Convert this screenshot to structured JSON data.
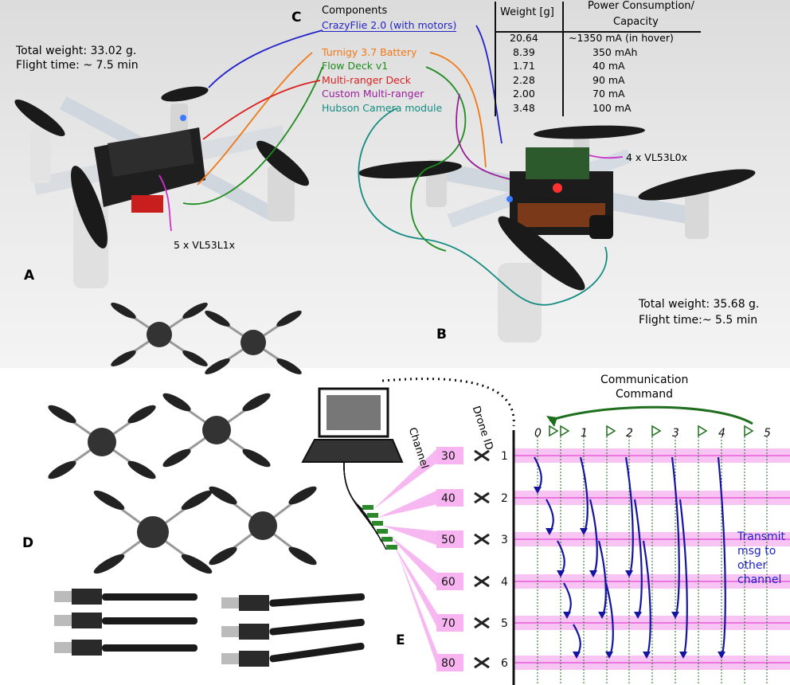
{
  "panel_labels": {
    "a": "A",
    "b": "B",
    "c": "C",
    "d": "D",
    "e": "E"
  },
  "drone_a": {
    "weight": "Total weight: 33.02 g.",
    "flight_time": "Flight time: ~ 7.5 min",
    "sensor_label": "5 x VL53L1x"
  },
  "drone_b": {
    "weight": "Total weight: 35.68 g.",
    "flight_time": "Flight time:~ 5.5 min",
    "sensor_label": "4 x VL53L0x"
  },
  "table": {
    "headers": {
      "components": "Components",
      "weight": "Weight [g]",
      "power_line1": "Power Consumption/",
      "power_line2": "Capacity"
    },
    "rows": [
      {
        "name": "CrazyFlie 2.0 (with motors)",
        "weight": "20.64",
        "power": "~1350 mA (in hover)",
        "color": "#2323c8"
      },
      {
        "name": "Turnigy 3.7 Battery",
        "weight": "8.39",
        "power": "350 mAh",
        "color": "#f07814"
      },
      {
        "name": "Flow Deck v1",
        "weight": "1.71",
        "power": "40 mA",
        "color": "#1e8c1e"
      },
      {
        "name": "Multi-ranger Deck",
        "weight": "2.28",
        "power": "90 mA",
        "color": "#dc1e1e"
      },
      {
        "name": "Custom Multi-ranger",
        "weight": "2.00",
        "power": "70 mA",
        "color": "#9b1e9b"
      },
      {
        "name": "Hubson Camera module",
        "weight": "3.48",
        "power": "100 mA",
        "color": "#148c82"
      }
    ]
  },
  "comm": {
    "title_line1": "Communication",
    "title_line2": "Command",
    "channel_header": "Channel",
    "drone_id_header": "Drone ID",
    "steps": [
      "0",
      "1",
      "2",
      "3",
      "4",
      "5"
    ],
    "channels": [
      "30",
      "40",
      "50",
      "60",
      "70",
      "80"
    ],
    "drone_ids": [
      "1",
      "2",
      "3",
      "4",
      "5",
      "6"
    ],
    "transmit_lines": [
      "Transmit",
      "msg to",
      "other",
      "channel"
    ]
  },
  "colors": {
    "comm_green": "#1e6e1e",
    "band_pink": "#f07ce6",
    "arrow_blue": "#1414a0",
    "transmit_blue": "#1e1ec8"
  }
}
